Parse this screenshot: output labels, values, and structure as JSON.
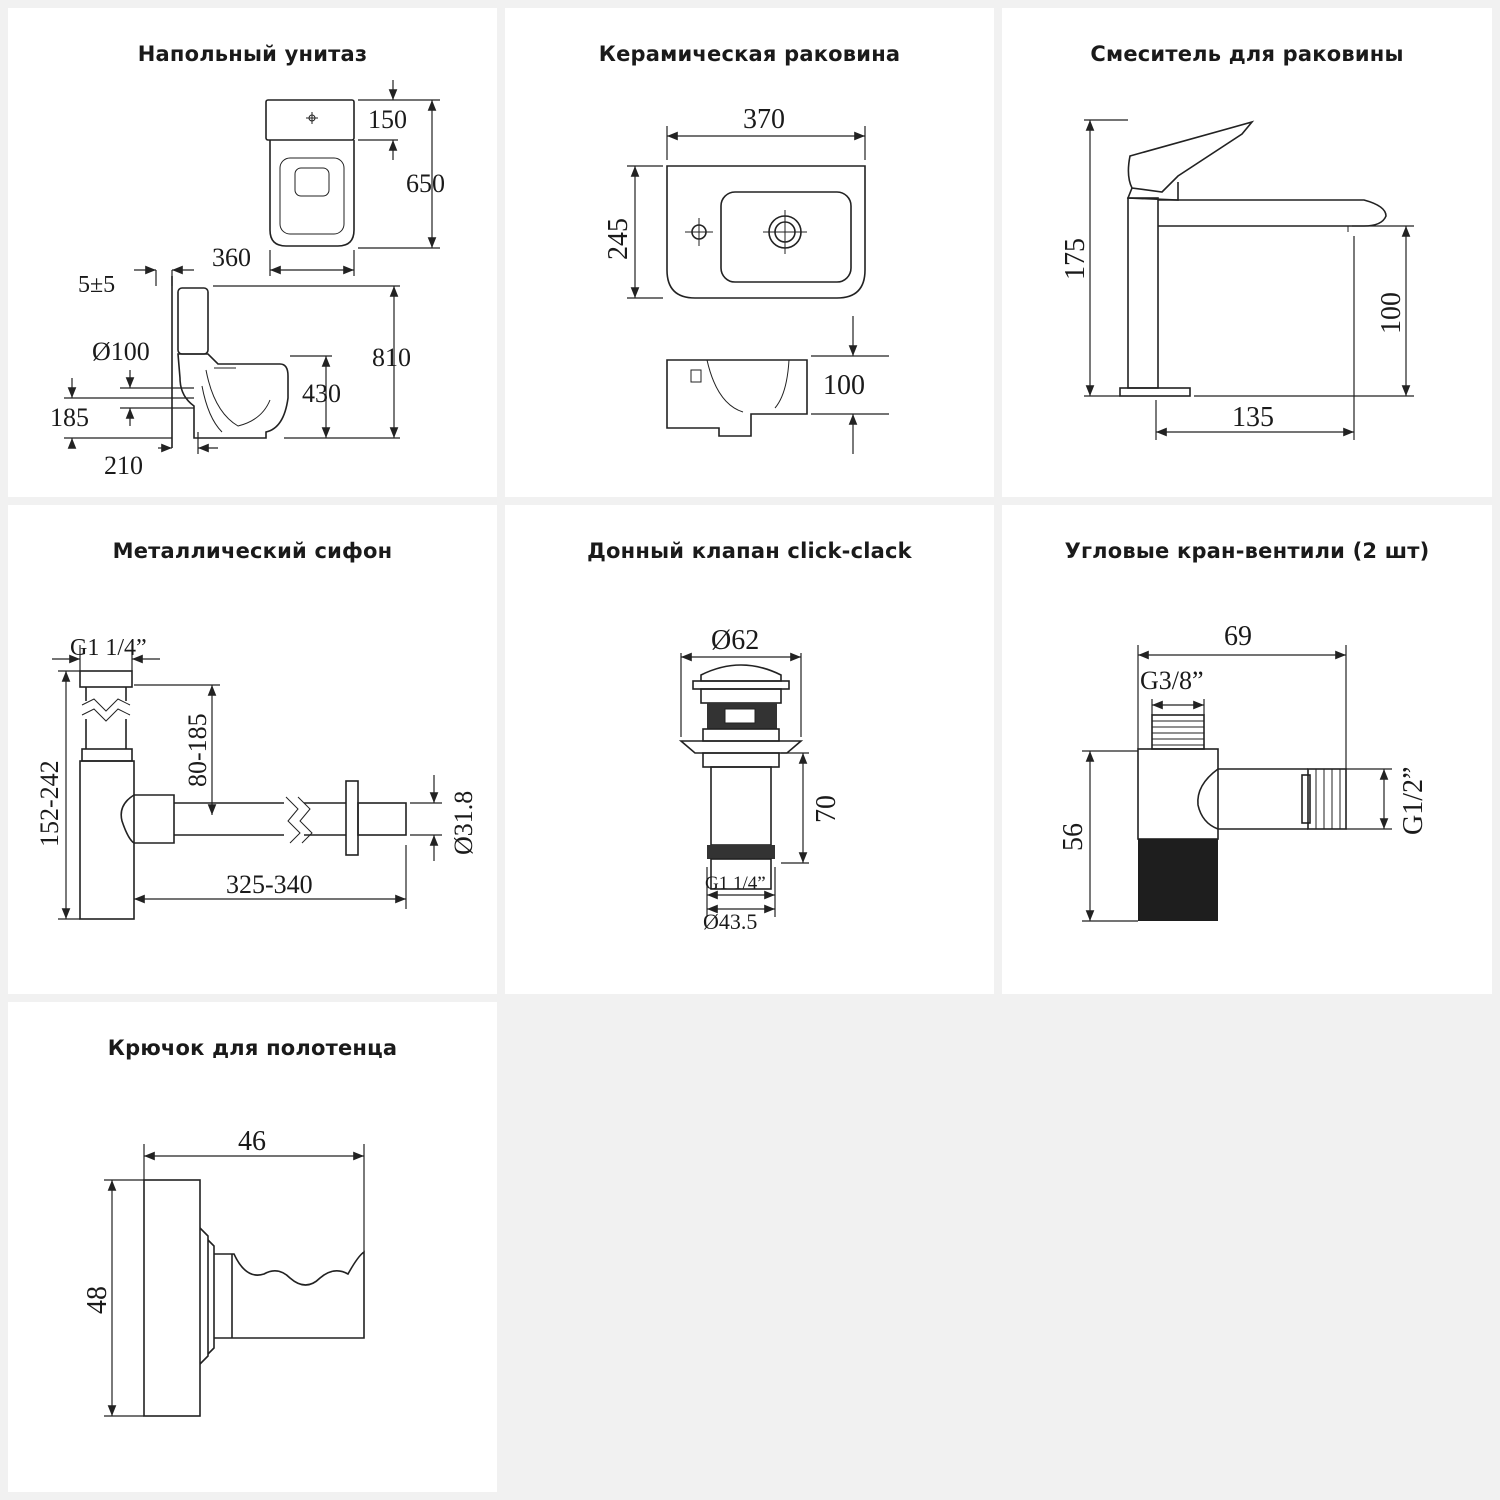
{
  "cards": [
    {
      "title": "Напольный унитаз",
      "dims": {
        "d150": "150",
        "d650": "650",
        "d360": "360",
        "d5": "5±5",
        "d810": "810",
        "d100": "Ø100",
        "d430": "430",
        "d185": "185",
        "d210": "210"
      }
    },
    {
      "title": "Керамическая раковина",
      "dims": {
        "d370": "370",
        "d245": "245",
        "d100": "100"
      }
    },
    {
      "title": "Смеситель для раковины",
      "dims": {
        "d175": "175",
        "d100": "100",
        "d135": "135"
      }
    },
    {
      "title": "Металлический сифон",
      "dims": {
        "dg": "G1 1/4”",
        "d152": "152-242",
        "d80": "80-185",
        "d325": "325-340",
        "d31": "Ø31.8"
      }
    },
    {
      "title": "Донный клапан click-clack",
      "dims": {
        "d62": "Ø62",
        "d70": "70",
        "dg": "G1 1/4”",
        "d43": "Ø43.5"
      }
    },
    {
      "title": "Угловые кран-вентили (2 шт)",
      "dims": {
        "d69": "69",
        "dg38": "G3/8”",
        "d56": "56",
        "dg12": "G1/2”"
      }
    },
    {
      "title": "Крючок для полотенца",
      "dims": {
        "d46": "46",
        "d48": "48"
      }
    }
  ]
}
